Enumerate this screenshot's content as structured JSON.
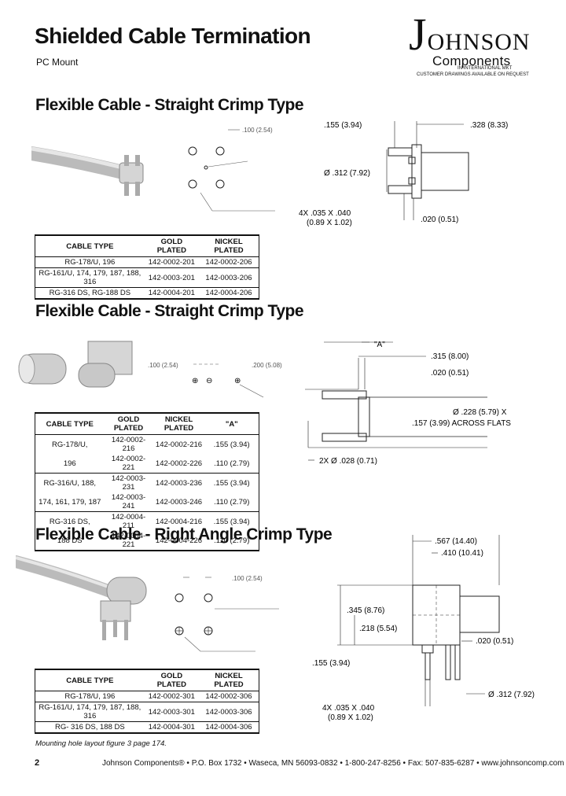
{
  "header": {
    "title": "Shielded Cable Termination",
    "subtitle": "PC Mount"
  },
  "logo": {
    "word_first": "J",
    "word_rest": "OHNSON",
    "sub": "Components",
    "note_line1": "IN INTERNATIONAL MKT",
    "note_line2": "CUSTOMER DRAWINGS AVAILABLE ON REQUEST"
  },
  "section1": {
    "title": "Flexible Cable - Straight Crimp Type",
    "dims": {
      "d1": ".155 (3.94)",
      "d2": ".328 (8.33)",
      "d3": "Ø .312 (7.92)",
      "d4": "4X .035 X .040",
      "d5": "(0.89 X 1.02)",
      "d6": ".020 (0.51)",
      "hole1": ".100 (2.54)"
    },
    "table": {
      "headers": [
        "CABLE TYPE",
        "GOLD PLATED",
        "NICKEL PLATED"
      ],
      "rows": [
        [
          "RG-178/U, 196",
          "142-0002-201",
          "142-0002-206"
        ],
        [
          "RG-161/U, 174, 179, 187, 188, 316",
          "142-0003-201",
          "142-0003-206"
        ],
        [
          "RG-316 DS, RG-188 DS",
          "142-0004-201",
          "142-0004-206"
        ]
      ]
    }
  },
  "section2": {
    "title": "Flexible Cable - Straight Crimp Type",
    "dims": {
      "a": "\"A\"",
      "d1": ".315 (8.00)",
      "d2": ".020 (0.51)",
      "d3": "Ø .228 (5.79) X",
      "d4": ".157 (3.99) ACROSS FLATS",
      "d5": "2X Ø .028 (0.71)",
      "hole1": ".100 (2.54)",
      "hole2": ".200 (5.08)"
    },
    "table": {
      "headers": [
        "CABLE TYPE",
        "GOLD PLATED",
        "NICKEL PLATED",
        "\"A\""
      ],
      "rows": [
        [
          "RG-178/U,",
          "142-0002-216",
          "142-0002-216",
          ".155 (3.94)"
        ],
        [
          "196",
          "142-0002-221",
          "142-0002-226",
          ".110 (2.79)"
        ],
        [
          "RG-316/U, 188,",
          "142-0003-231",
          "142-0003-236",
          ".155 (3.94)"
        ],
        [
          "174, 161, 179, 187",
          "142-0003-241",
          "142-0003-246",
          ".110 (2.79)"
        ],
        [
          "RG-316 DS,",
          "142-0004-211",
          "142-0004-216",
          ".155 (3.94)"
        ],
        [
          "188 DS",
          "142-0004-221",
          "142-0004-226",
          ".110 (2.79)"
        ]
      ]
    }
  },
  "section3": {
    "title": "Flexible Cable - Right Angle Crimp Type",
    "dims": {
      "d1": ".567 (14.40)",
      "d2": ".410 (10.41)",
      "d3": ".345 (8.76)",
      "d4": ".218 (5.54)",
      "d5": ".155 (3.94)",
      "d6": ".020 (0.51)",
      "d7": "Ø .312 (7.92)",
      "d8": "4X .035 X .040",
      "d9": "(0.89 X 1.02)",
      "hole1": ".100 (2.54)"
    },
    "table": {
      "headers": [
        "CABLE TYPE",
        "GOLD PLATED",
        "NICKEL PLATED"
      ],
      "rows": [
        [
          "RG-178/U, 196",
          "142-0002-301",
          "142-0002-306"
        ],
        [
          "RG-161/U, 174, 179, 187, 188, 316",
          "142-0003-301",
          "142-0003-306"
        ],
        [
          "RG- 316 DS, 188 DS",
          "142-0004-301",
          "142-0004-306"
        ]
      ]
    }
  },
  "footnote": "Mounting hole layout figure 3 page 174.",
  "footer": {
    "page": "2",
    "address": "Johnson Components® • P.O. Box 1732 • Waseca, MN 56093-0832 • 1-800-247-8256 • Fax: 507-835-6287 • www.johnsoncomp.com"
  }
}
